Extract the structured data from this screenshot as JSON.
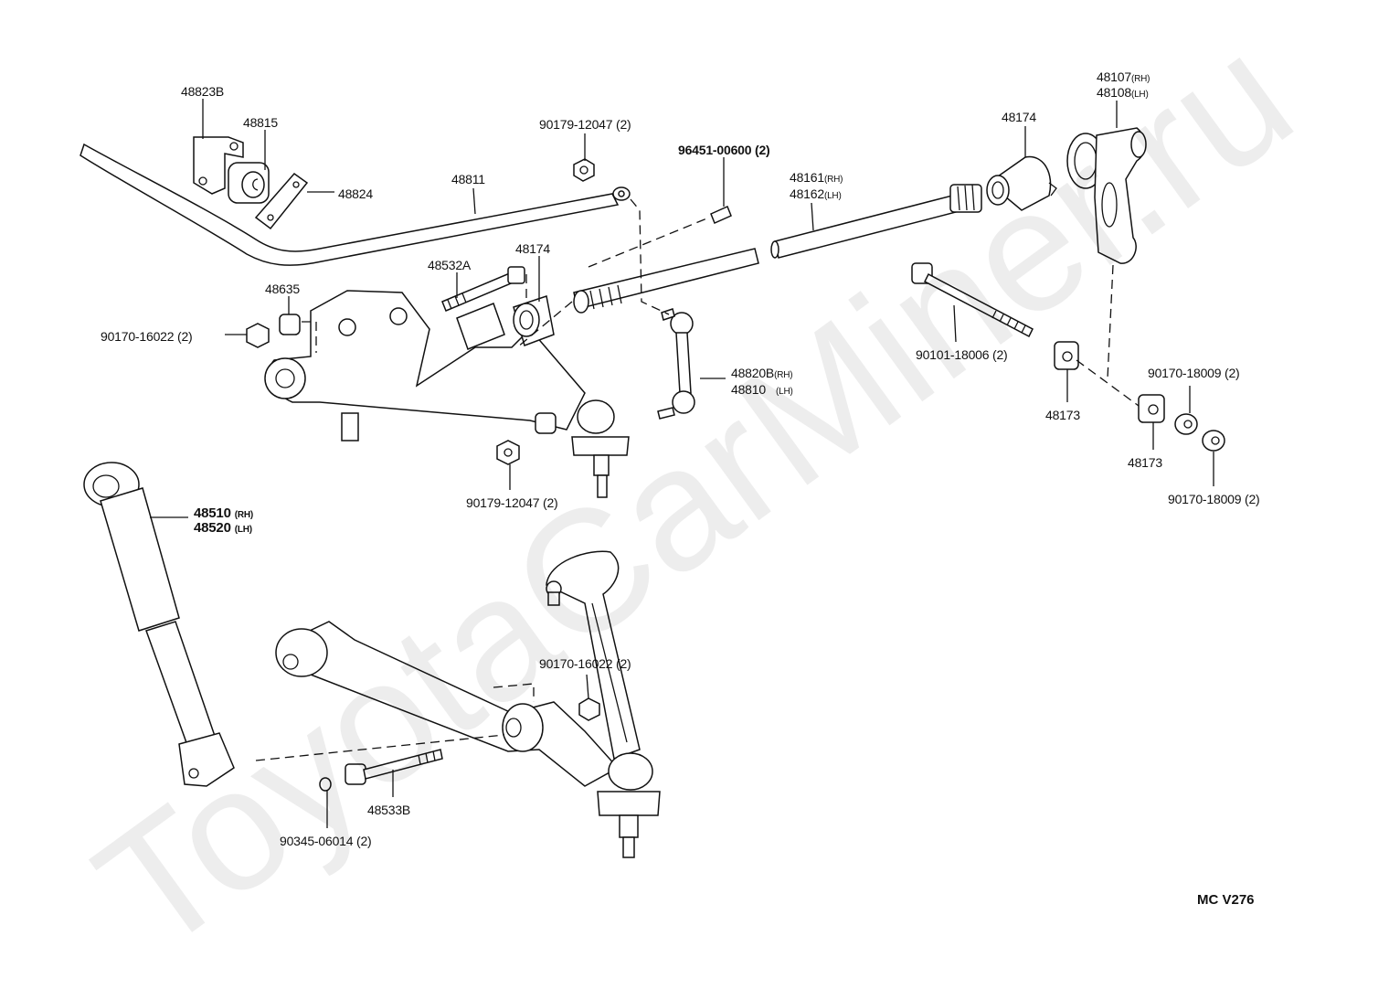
{
  "watermark": "ToyotaCarMiner.ru",
  "diagram_code": "MC  V276",
  "labels": {
    "l48823B": "48823B",
    "l48815": "48815",
    "l48824": "48824",
    "l48811": "48811",
    "l90179_top": "90179-12047 (2)",
    "l96451": "96451-00600 (2)",
    "l48161": "48161",
    "l48162": "48162",
    "l48174_top": "48174",
    "l48107": "48107",
    "l48108": "48108",
    "l48532A": "48532A",
    "l48174_mid": "48174",
    "l48635": "48635",
    "l90170_16022_left": "90170-16022 (2)",
    "l48820B": "48820B",
    "l48810": "48810",
    "l90101": "90101-18006 (2)",
    "l48173_a": "48173",
    "l90170_18009_a": "90170-18009 (2)",
    "l48173_b": "48173",
    "l90170_18009_b": "90170-18009 (2)",
    "l90179_bottom": "90179-12047 (2)",
    "l48510": "48510",
    "l48520": "48520",
    "l90170_16022_mid": "90170-16022 (2)",
    "l48533B": "48533B",
    "l90345": "90345-06014 (2)"
  },
  "suffix": {
    "rh": "(RH)",
    "lh": "(LH)"
  }
}
